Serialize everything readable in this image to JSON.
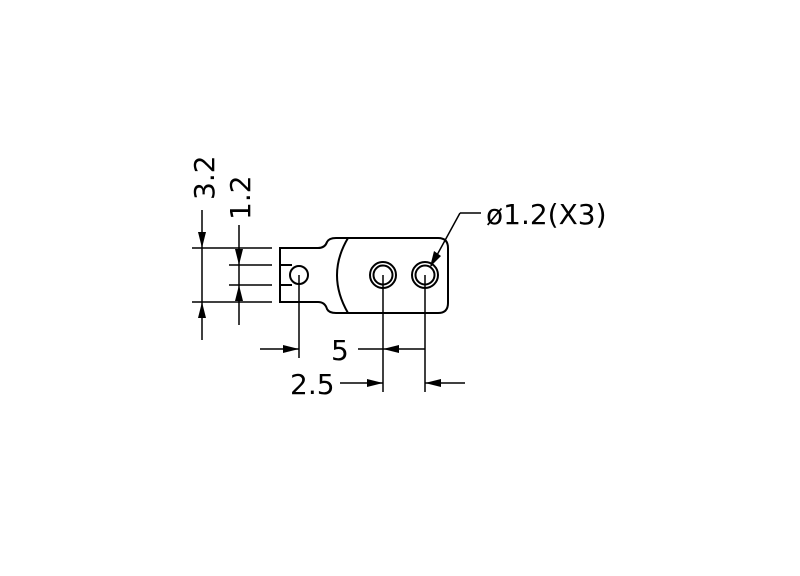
{
  "drawing": {
    "dimensions": {
      "overall_height": "3.2",
      "slot_width": "1.2",
      "pitch": "5",
      "hole_spacing": "2.5",
      "hole_callout": "ø1.2(X3)"
    },
    "line_color": "#000000",
    "background": "#ffffff"
  }
}
